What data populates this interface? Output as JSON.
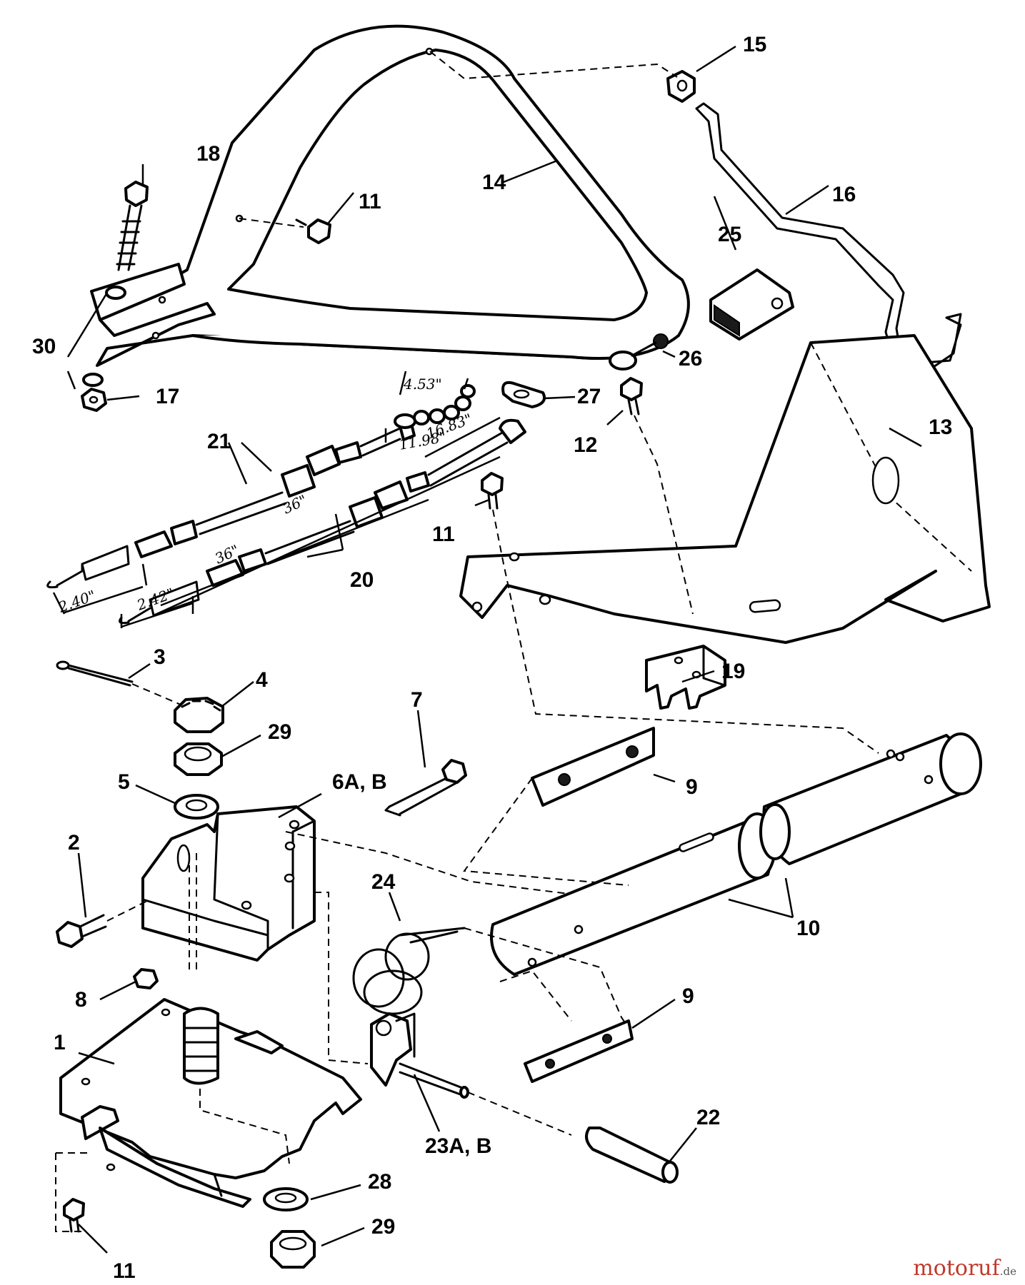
{
  "callouts": [
    {
      "id": "c1",
      "label": "1"
    },
    {
      "id": "c2",
      "label": "2"
    },
    {
      "id": "c3",
      "label": "3"
    },
    {
      "id": "c4",
      "label": "4"
    },
    {
      "id": "c5",
      "label": "5"
    },
    {
      "id": "c6",
      "label": "6A, B"
    },
    {
      "id": "c7",
      "label": "7"
    },
    {
      "id": "c8",
      "label": "8"
    },
    {
      "id": "c9a",
      "label": "9"
    },
    {
      "id": "c9b",
      "label": "9"
    },
    {
      "id": "c10",
      "label": "10"
    },
    {
      "id": "c11a",
      "label": "11"
    },
    {
      "id": "c11b",
      "label": "11"
    },
    {
      "id": "c11c",
      "label": "11"
    },
    {
      "id": "c12",
      "label": "12"
    },
    {
      "id": "c13",
      "label": "13"
    },
    {
      "id": "c14",
      "label": "14"
    },
    {
      "id": "c15",
      "label": "15"
    },
    {
      "id": "c16",
      "label": "16"
    },
    {
      "id": "c17",
      "label": "17"
    },
    {
      "id": "c18",
      "label": "18"
    },
    {
      "id": "c19",
      "label": "19"
    },
    {
      "id": "c20",
      "label": "20"
    },
    {
      "id": "c21",
      "label": "21"
    },
    {
      "id": "c22",
      "label": "22"
    },
    {
      "id": "c23",
      "label": "23A, B"
    },
    {
      "id": "c24",
      "label": "24"
    },
    {
      "id": "c25",
      "label": "25"
    },
    {
      "id": "c26",
      "label": "26"
    },
    {
      "id": "c27",
      "label": "27"
    },
    {
      "id": "c28",
      "label": "28"
    },
    {
      "id": "c29a",
      "label": "29"
    },
    {
      "id": "c29b",
      "label": "29"
    },
    {
      "id": "c30",
      "label": "30"
    }
  ],
  "dimensions": [
    {
      "id": "d1",
      "label": "4.53\""
    },
    {
      "id": "d2",
      "label": "11.98\""
    },
    {
      "id": "d3",
      "label": "16.83\""
    },
    {
      "id": "d4",
      "label": "36\""
    },
    {
      "id": "d5",
      "label": "36\""
    },
    {
      "id": "d6",
      "label": "2.40\""
    },
    {
      "id": "d7",
      "label": "2.42\""
    }
  ],
  "watermark": {
    "brand_main": "motoruf",
    "brand_suffix": ".de",
    "color": "#c0392b"
  }
}
